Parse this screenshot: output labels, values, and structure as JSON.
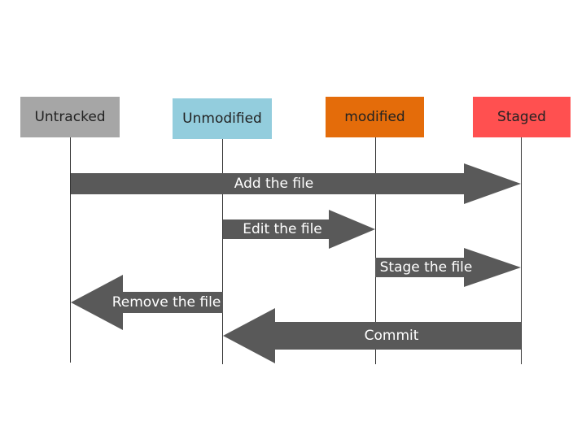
{
  "states": {
    "untracked": {
      "label": "Untracked",
      "color": "#a6a6a6"
    },
    "unmodified": {
      "label": "Unmodified",
      "color": "#93cddd"
    },
    "modified": {
      "label": "modified",
      "color": "#e46c0a"
    },
    "staged": {
      "label": "Staged",
      "color": "#ff5050"
    }
  },
  "transitions": [
    {
      "label": "Add the file",
      "from": "untracked",
      "to": "staged"
    },
    {
      "label": "Edit the file",
      "from": "unmodified",
      "to": "modified"
    },
    {
      "label": "Stage the file",
      "from": "modified",
      "to": "staged"
    },
    {
      "label": "Remove the file",
      "from": "unmodified",
      "to": "untracked"
    },
    {
      "label": "Commit",
      "from": "staged",
      "to": "unmodified"
    }
  ],
  "arrow_color": "#595959"
}
